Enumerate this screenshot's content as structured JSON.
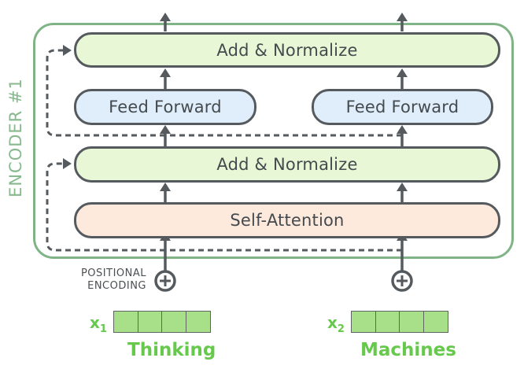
{
  "encoder": {
    "label": "ENCODER #1"
  },
  "boxes": {
    "add_norm_top": "Add & Normalize",
    "feed_forward_left": "Feed Forward",
    "feed_forward_right": "Feed Forward",
    "add_norm_bottom": "Add & Normalize",
    "self_attention": "Self-Attention"
  },
  "positional_encoding": {
    "line1": "POSITIONAL",
    "line2": "ENCODING"
  },
  "inputs": [
    {
      "symbol": "x",
      "subscript": "1",
      "word": "Thinking",
      "vector_cells": 4
    },
    {
      "symbol": "x",
      "subscript": "2",
      "word": "Machines",
      "vector_cells": 4
    }
  ],
  "colors": {
    "stroke": "#555a5e",
    "encoder_frame": "#80b487",
    "add_norm_fill": "#e8f8d6",
    "feed_forward_fill": "#e0eefb",
    "self_attention_fill": "#fdeadd",
    "input_green": "#66c94c",
    "vector_fill": "#a8e08a"
  }
}
